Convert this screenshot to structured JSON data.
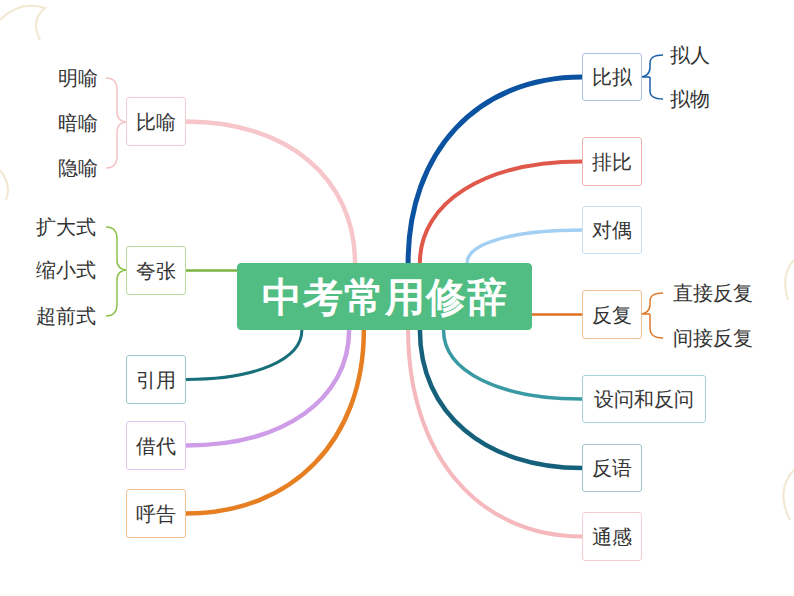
{
  "diagram": {
    "nodes": [
      {
        "text": [
          "中考常用修辞"
        ]
      },
      {
        "text": [
          "比喻"
        ]
      },
      {
        "text": [
          "夸张"
        ]
      },
      {
        "text": [
          "引用"
        ]
      },
      {
        "text": [
          "借代"
        ]
      },
      {
        "text": [
          "呼告"
        ]
      },
      {
        "text": [
          "比拟"
        ]
      },
      {
        "text": [
          "排比"
        ]
      },
      {
        "text": [
          "对偶"
        ]
      },
      {
        "text": [
          "反复"
        ]
      },
      {
        "text": [
          "设问和反问"
        ]
      },
      {
        "text": [
          "反语"
        ]
      },
      {
        "text": [
          "通感"
        ]
      }
    ],
    "edges": [
      {
        "from": 0,
        "to": 1,
        "arrow": "none"
      },
      {
        "from": 0,
        "to": 2,
        "arrow": "none"
      },
      {
        "from": 0,
        "to": 3,
        "arrow": "none"
      },
      {
        "from": 0,
        "to": 4,
        "arrow": "none"
      },
      {
        "from": 0,
        "to": 5,
        "arrow": "none"
      },
      {
        "from": 0,
        "to": 6,
        "arrow": "none"
      },
      {
        "from": 0,
        "to": 7,
        "arrow": "none"
      },
      {
        "from": 0,
        "to": 8,
        "arrow": "none"
      },
      {
        "from": 0,
        "to": 9,
        "arrow": "none"
      },
      {
        "from": 0,
        "to": 10,
        "arrow": "none"
      },
      {
        "from": 0,
        "to": 11,
        "arrow": "none"
      },
      {
        "from": 0,
        "to": 12,
        "arrow": "none"
      }
    ],
    "labels": [
      "明喻",
      "暗喻",
      "隐喻",
      "扩大式",
      "缩小式",
      "超前式",
      "拟人",
      "拟物",
      "直接反复",
      "间接反复"
    ]
  }
}
